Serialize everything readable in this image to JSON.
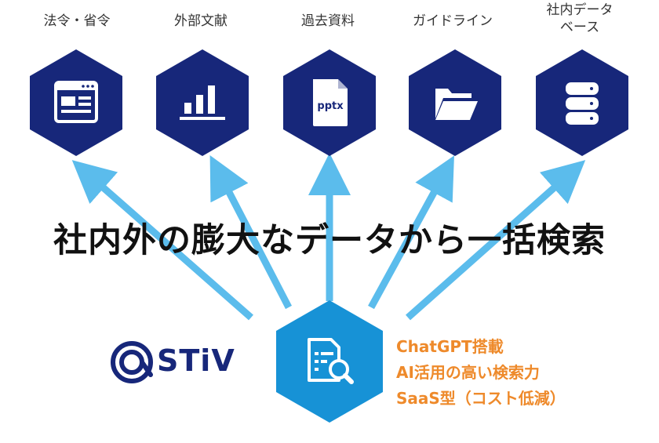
{
  "sources": [
    {
      "label": "法令・省令"
    },
    {
      "label": "外部文献"
    },
    {
      "label": "過去資料"
    },
    {
      "label": "ガイドライン"
    },
    {
      "label": "社内データ\nベース"
    }
  ],
  "icons": {
    "pptx_text": "pptx"
  },
  "headline": "社内外の膨大なデータから一括検索",
  "logo": {
    "text": "STiV"
  },
  "features": [
    "ChatGPT搭載",
    "AI活用の高い検索力",
    "SaaS型（コスト低減）"
  ],
  "colors": {
    "navy": "#17277a",
    "blue": "#1792d6",
    "arrow": "#5bbcec",
    "orange": "#ee8a2b"
  }
}
